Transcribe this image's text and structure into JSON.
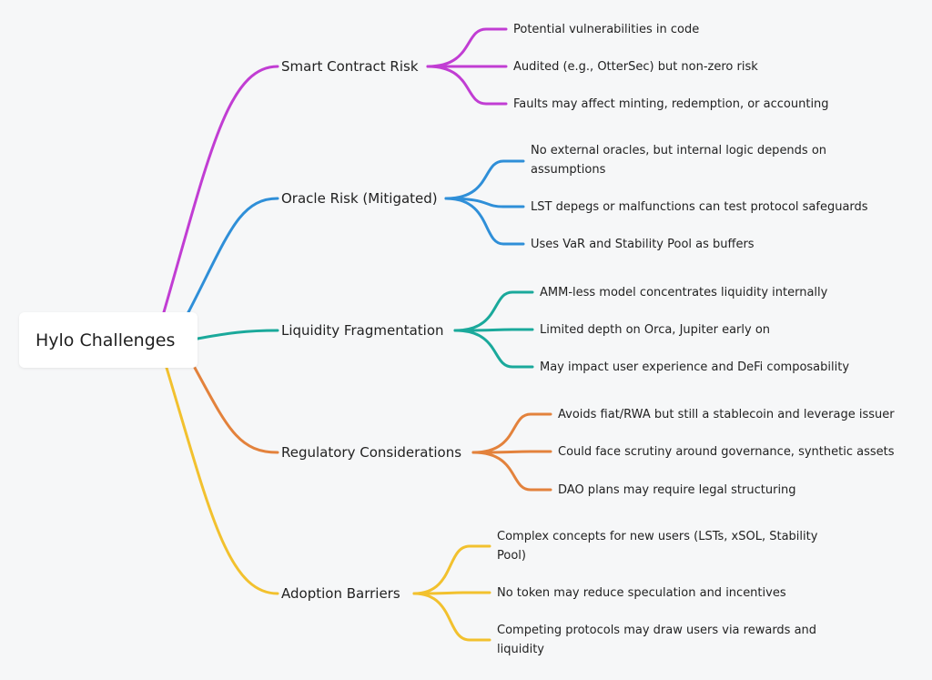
{
  "root": {
    "label": "Hylo Challenges"
  },
  "colors": {
    "smart_contract": "#c13dd3",
    "oracle": "#2f8fd8",
    "liquidity": "#1aa99b",
    "regulatory": "#e3823c",
    "adoption": "#f2c12e"
  },
  "branches": [
    {
      "label": "Smart Contract Risk",
      "color": "#c13dd3",
      "children": [
        "Potential vulnerabilities in code",
        "Audited (e.g., OtterSec) but non-zero risk",
        "Faults may affect minting, redemption, or accounting"
      ]
    },
    {
      "label": "Oracle Risk (Mitigated)",
      "color": "#2f8fd8",
      "children": [
        "No external oracles, but internal logic depends on assumptions",
        "LST depegs or malfunctions can test protocol safeguards",
        "Uses VaR and Stability Pool as buffers"
      ]
    },
    {
      "label": "Liquidity Fragmentation",
      "color": "#1aa99b",
      "children": [
        "AMM-less model concentrates liquidity internally",
        "Limited depth on Orca, Jupiter early on",
        "May impact user experience and DeFi composability"
      ]
    },
    {
      "label": "Regulatory Considerations",
      "color": "#e3823c",
      "children": [
        "Avoids fiat/RWA but still a stablecoin and leverage issuer",
        "Could face scrutiny around governance, synthetic assets",
        "DAO plans may require legal structuring"
      ]
    },
    {
      "label": "Adoption Barriers",
      "color": "#f2c12e",
      "children": [
        "Complex concepts for new users (LSTs, xSOL, Stability Pool)",
        "No token may reduce speculation and incentives",
        "Competing protocols may draw users via rewards and liquidity"
      ]
    }
  ]
}
